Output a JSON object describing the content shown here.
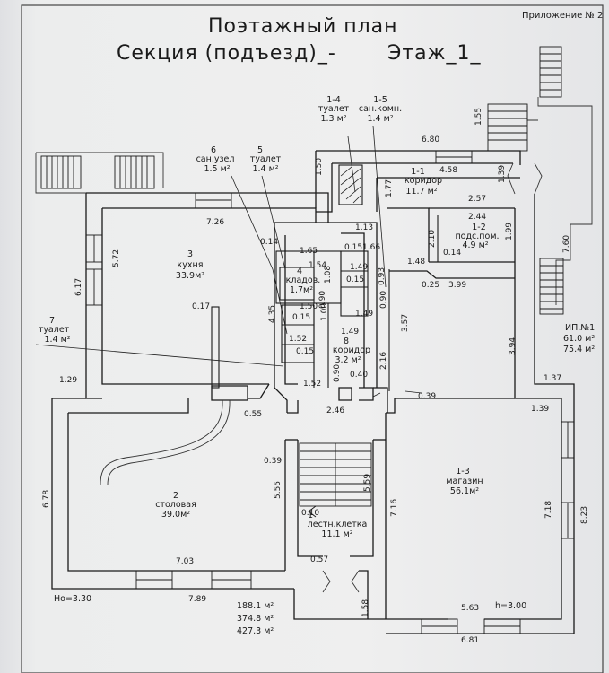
{
  "header": {
    "appendix": "Приложение № 2",
    "title": "Поэтажный план",
    "section_label": "Секция (подъезд)_-",
    "floor_label": "Этаж_1_"
  },
  "rooms": {
    "r1_1": {
      "num": "1-1",
      "name": "коридор",
      "area": "11.7 м²"
    },
    "r1_2": {
      "num": "1-2",
      "name": "подс.пом.",
      "area": "4.9 м²"
    },
    "r1_3": {
      "num": "1-3",
      "name": "магазин",
      "area": "56.1м²"
    },
    "r1_4": {
      "num": "1-4",
      "name": "туалет",
      "area": "1.3 м²"
    },
    "r1_5": {
      "num": "1-5",
      "name": "сан.комн.",
      "area": "1.4 м²"
    },
    "r1": {
      "num": "1",
      "name": "лестн.клетка",
      "area": "11.1 м²"
    },
    "r2": {
      "num": "2",
      "name": "столовая",
      "area": "39.0м²"
    },
    "r3": {
      "num": "3",
      "name": "кухня",
      "area": "33.9м²"
    },
    "r4": {
      "num": "4",
      "name": "кладов.",
      "area": "1.7м²"
    },
    "r5": {
      "num": "5",
      "name": "туалет",
      "area": "1.4 м²"
    },
    "r6": {
      "num": "6",
      "name": "сан.узел",
      "area": "1.5 м²"
    },
    "r7": {
      "num": "7",
      "name": "туалет",
      "area": "1.4 м²"
    },
    "r8": {
      "num": "8",
      "name": "коридор",
      "area": "3.2 м²"
    }
  },
  "ip": {
    "label": "ИП.№1",
    "area1": "61.0 м²",
    "area2": "75.4 м²"
  },
  "totals": {
    "t1": "188.1 м²",
    "t2": "374.8 м²",
    "t3": "427.3 м²"
  },
  "heights": {
    "ho": "Hо=3.30",
    "h": "h=3.00"
  },
  "dims": {
    "d680": "6.80",
    "d458": "4.58",
    "d155": "1.55",
    "d150": "1.50",
    "d177": "1.77",
    "d139a": "1.39",
    "d257": "2.57",
    "d244": "2.44",
    "d199": "1.99",
    "d760": "7.60",
    "d726": "7.26",
    "d113": "1.13",
    "d014a": "0.14",
    "d165": "1.65",
    "d015a": "0.15",
    "d166": "1.66",
    "d572": "5.72",
    "d617": "6.17",
    "d154": "1.54",
    "d149a": "1.49",
    "d108": "1.08",
    "d015b": "0.15",
    "d093": "0.93",
    "d148": "1.48",
    "d210": "2.10",
    "d014b": "0.14",
    "d025": "0.25",
    "d399": "3.99",
    "d017": "0.17",
    "d150b": "1.50",
    "d015c": "0.15",
    "d100": "1.00",
    "d149b": "1.49",
    "d090a": "0.90",
    "d090b": "0.90",
    "d435": "4.35",
    "d152a": "1.52",
    "d015d": "0.15",
    "d149c": "1.49",
    "d357": "3.57",
    "d394": "3.94",
    "d216": "2.16",
    "d040": "0.40",
    "d152b": "1.52",
    "d090c": "0.90",
    "d129": "1.29",
    "d137": "1.37",
    "d039a": "0.39",
    "d139b": "1.39",
    "d055": "0.55",
    "d246": "2.46",
    "d039b": "0.39",
    "d555": "5.55",
    "d559": "5.59",
    "d716": "7.16",
    "d718": "7.18",
    "d823": "8.23",
    "d678": "6.78",
    "d010": "0.10",
    "d703": "7.03",
    "d057": "0.57",
    "d789": "7.89",
    "d158": "1.58",
    "d563": "5.63",
    "d681": "6.81"
  }
}
